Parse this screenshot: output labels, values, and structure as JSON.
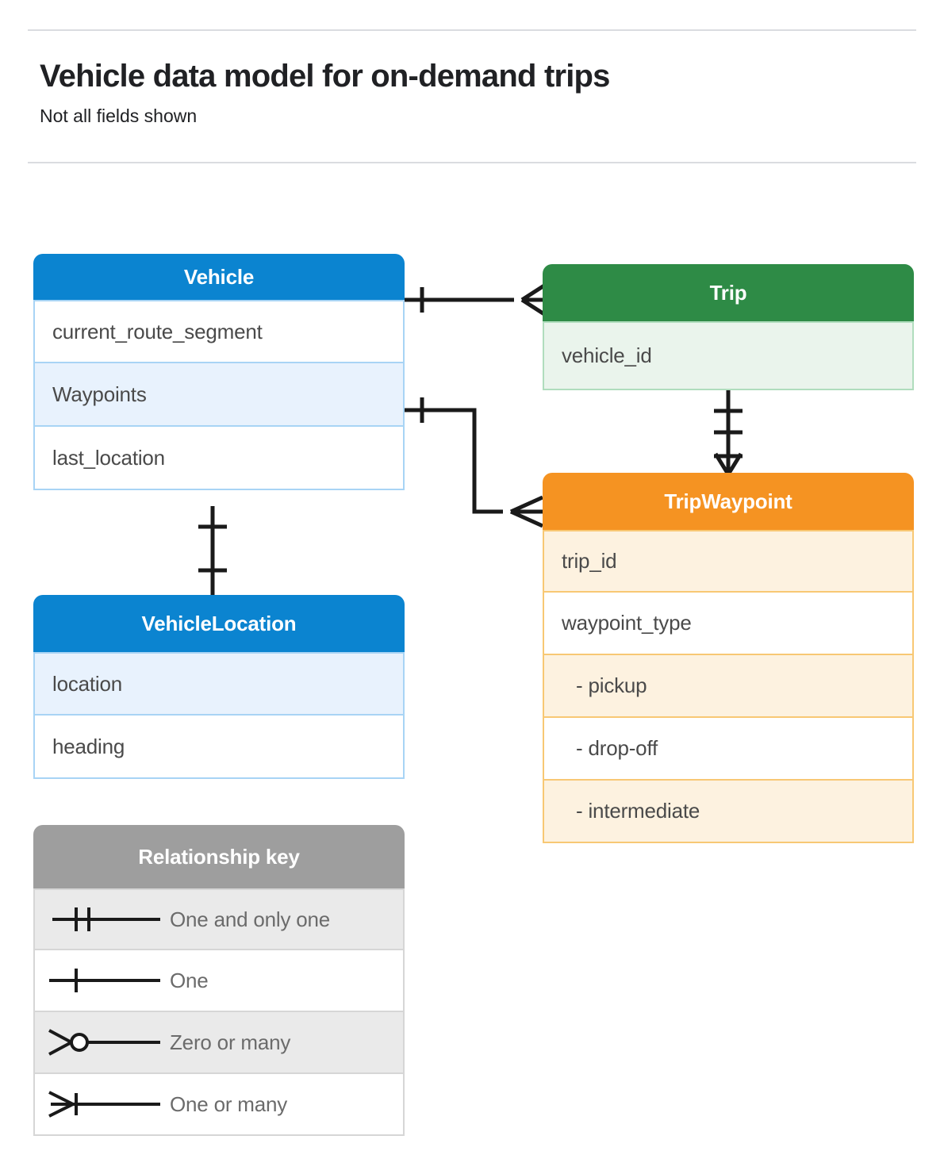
{
  "header": {
    "title": "Vehicle data model for on-demand trips",
    "subtitle": "Not all fields shown"
  },
  "entities": {
    "vehicle": {
      "name": "Vehicle",
      "color": "#0b84d0",
      "fields": [
        "current_route_segment",
        "Waypoints",
        "last_location"
      ]
    },
    "vehicle_location": {
      "name": "VehicleLocation",
      "color": "#0b84d0",
      "fields": [
        "location",
        "heading"
      ]
    },
    "trip": {
      "name": "Trip",
      "color": "#2e8b46",
      "fields": [
        "vehicle_id"
      ]
    },
    "trip_waypoint": {
      "name": "TripWaypoint",
      "color": "#f59322",
      "fields": [
        "trip_id",
        "waypoint_type",
        "-  pickup",
        "-  drop-off",
        "-  intermediate"
      ]
    }
  },
  "legend": {
    "title": "Relationship key",
    "rows": [
      {
        "symbol": "one-and-only-one",
        "label": "One and only one"
      },
      {
        "symbol": "one",
        "label": "One"
      },
      {
        "symbol": "zero-or-many",
        "label": "Zero or many"
      },
      {
        "symbol": "one-or-many",
        "label": "One or many"
      }
    ]
  },
  "relationships": [
    {
      "from": "Vehicle",
      "to": "Trip",
      "from_cardinality": "One",
      "to_cardinality": "Zero or many"
    },
    {
      "from": "Vehicle.Waypoints",
      "to": "TripWaypoint",
      "from_cardinality": "One",
      "to_cardinality": "Zero or many"
    },
    {
      "from": "Trip",
      "to": "TripWaypoint",
      "from_cardinality": "One and only one",
      "to_cardinality": "One or many"
    },
    {
      "from": "Vehicle",
      "to": "VehicleLocation",
      "from_cardinality": "One",
      "to_cardinality": "One"
    }
  ]
}
